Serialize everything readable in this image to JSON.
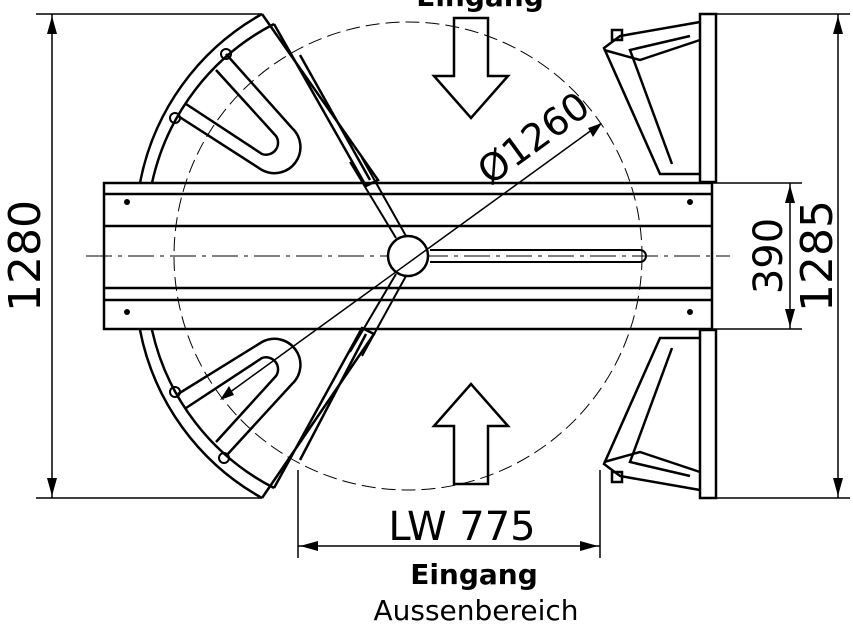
{
  "dimensions": {
    "overall_width_left": "1280",
    "overall_width_right": "1285",
    "track_width": "390",
    "diameter": "Ø1260",
    "clear_width": "LW 775"
  },
  "labels": {
    "top_partial": "Eingang",
    "entrance": "Eingang",
    "outside_area": "Aussenbereich"
  },
  "colors": {
    "line": "#000000",
    "background": "#ffffff"
  }
}
